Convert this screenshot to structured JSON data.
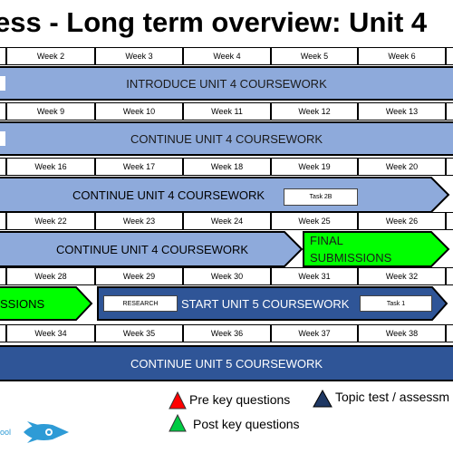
{
  "title": "ess - Long term overview: Unit 4",
  "rows": [
    {
      "weeks": [
        "Week 2",
        "Week 3",
        "Week 4",
        "Week 5",
        "Week 6"
      ]
    },
    {
      "weeks": [
        "Week 9",
        "Week 10",
        "Week 11",
        "Week 12",
        "Week 13"
      ]
    },
    {
      "weeks": [
        "Week 16",
        "Week 17",
        "Week 18",
        "Week 19",
        "Week 20"
      ]
    },
    {
      "weeks": [
        "Week 22",
        "Week 23",
        "Week 24",
        "Week 25",
        "Week 26"
      ]
    },
    {
      "weeks": [
        "Week 28",
        "Week 29",
        "Week 30",
        "Week 31",
        "Week 32"
      ]
    },
    {
      "weeks": [
        "Week 34",
        "Week 35",
        "Week 36",
        "Week 37",
        "Week 38"
      ]
    }
  ],
  "bars": {
    "b1": "INTRODUCE UNIT 4 COURSEWORK",
    "b2": "CONTINUE UNIT 4 COURSEWORK",
    "b3": "CONTINUE UNIT 4 COURSEWORK",
    "b3_tag": "Task 2B",
    "b4": "CONTINUE UNIT 4 COURSEWORK",
    "b4_final": "FINAL SUBMISSIONS",
    "b5_left": "SSIONS",
    "b5": "START UNIT 5 COURSEWORK",
    "b5_tag_research": "RESEARCH",
    "b5_tag_task": "Task 1",
    "b6": "CONTINUE UNIT 5 COURSEWORK"
  },
  "legend": {
    "pre": "Pre key questions",
    "post": "Post key questions",
    "topic": "Topic test / assessm"
  },
  "logo": {
    "text": "ool"
  },
  "colors": {
    "light_bar": "#8eaadb",
    "dark_bar": "#2f5597",
    "green": "#00ff00",
    "red": "#ff0000",
    "navy": "#1f3864"
  }
}
